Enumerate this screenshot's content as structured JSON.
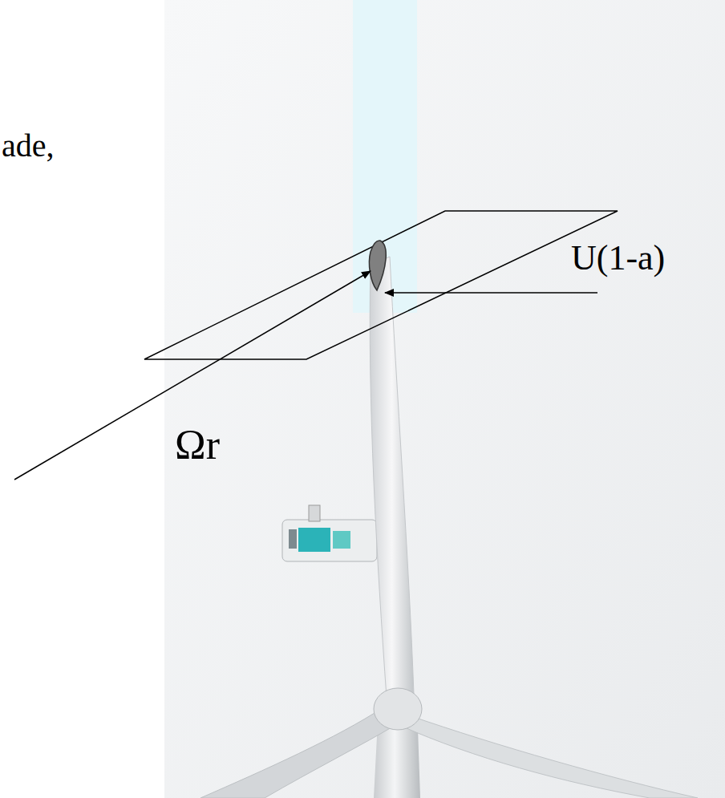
{
  "diagram": {
    "labels": [
      "ade,",
      "U(1-a)",
      "Ωr"
    ]
  }
}
